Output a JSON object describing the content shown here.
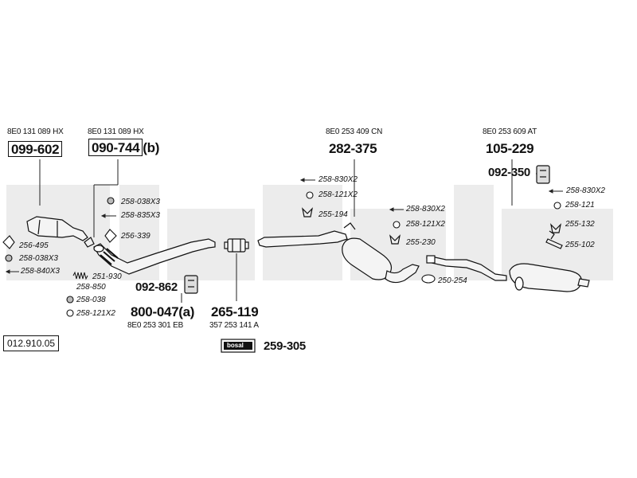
{
  "diagram": {
    "reference": "012.910.05",
    "brand_label": "bosal",
    "main_parts": [
      {
        "oem": "8E0 131 089 HX",
        "part": "099-602",
        "boxed": true
      },
      {
        "oem": "8E0 131 089 HX",
        "part": "090-744",
        "boxed": true,
        "suffix": "(b)"
      },
      {
        "oem": "8E0 253 409 CN",
        "part": "282-375"
      },
      {
        "oem": "8E0 253 609 AT",
        "part": "105-229"
      },
      {
        "oem": "8E0 253 301 EB",
        "part": "800-047(a)"
      },
      {
        "oem": "357 253 141 A",
        "part": "265-119"
      }
    ],
    "mount_parts": [
      "092-862",
      "092-350"
    ],
    "kit_part": "259-305",
    "accessories_left": [
      "256-495",
      "258-038X3",
      "258-840X3",
      "251-930",
      "258-850",
      "258-038",
      "258-121X2",
      "258-038X3",
      "258-835X3",
      "256-339"
    ],
    "accessories_mid": [
      "258-830X2",
      "258-121X2",
      "255-194",
      "258-830X2",
      "258-121X2",
      "255-230",
      "250-254"
    ],
    "accessories_right": [
      "258-830X2",
      "258-121",
      "255-132",
      "255-102"
    ]
  }
}
